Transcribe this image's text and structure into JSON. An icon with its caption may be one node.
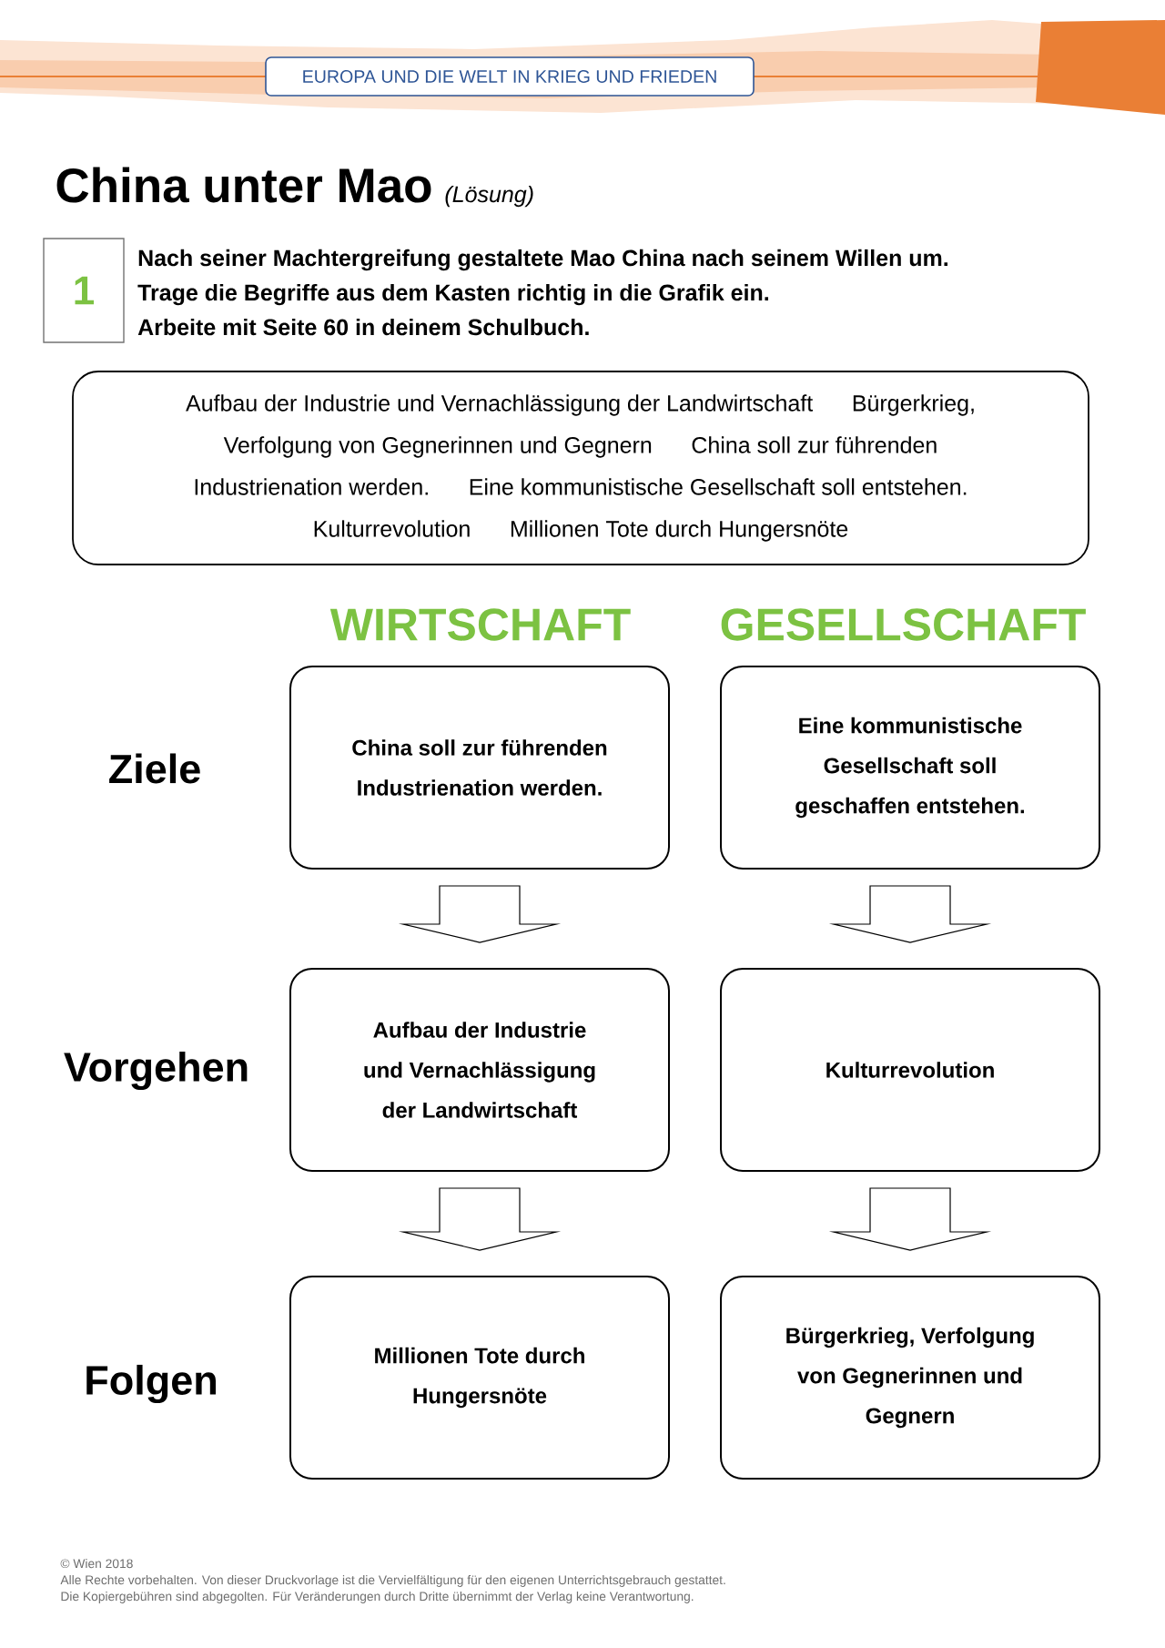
{
  "diagram": {
    "title": "China unter Mao",
    "nodes": [
      {
        "text": [
          "EUROPA UND DIE WELT IN KRIEG UND FRIEDEN"
        ]
      },
      {
        "text": [
          "1"
        ],
        "beside": [
          "Nach seiner Machtergreifung gestaltete Mao China nach seinem Willen um.",
          "Trage die Begriffe aus dem Kasten richtig in die Grafik ein.",
          "Arbeite mit Seite 60 in deinem Schulbuch."
        ]
      },
      {
        "text": [
          "Aufbau der Industrie und Vernachlässigung der Landwirtschaft",
          "Bürgerkrieg, Verfolgung von Gegnerinnen und Gegnern",
          "China soll zur führenden Industrienation werden.",
          "Eine kommunistische Gesellschaft soll entstehen.",
          "Kulturrevolution",
          "Millionen Tote durch Hungersnöte"
        ]
      },
      {
        "text": [
          "China soll zur führenden Industrienation werden."
        ]
      },
      {
        "text": [
          "Eine kommunistische Gesellschaft soll geschaffen entstehen."
        ]
      },
      {
        "text": [
          "Aufbau der Industrie und Vernachlässigung der Landwirtschaft"
        ]
      },
      {
        "text": [
          "Kulturrevolution"
        ]
      },
      {
        "text": [
          "Millionen Tote durch Hungersnöte"
        ]
      },
      {
        "text": [
          "Bürgerkrieg, Verfolgung von Gegnerinnen und Gegnern"
        ]
      }
    ],
    "edges": [
      {
        "from": 3,
        "to": 5,
        "arrow": "to"
      },
      {
        "from": 4,
        "to": 6,
        "arrow": "to"
      },
      {
        "from": 5,
        "to": 7,
        "arrow": "to"
      },
      {
        "from": 6,
        "to": 8,
        "arrow": "to"
      }
    ],
    "labels": [
      "(Lösung)",
      "WIRTSCHAFT",
      "GESELLSCHAFT",
      "Ziele",
      "Vorgehen",
      "Folgen",
      "© Wien 2018",
      "Alle Rechte vorbehalten. Von dieser Druckvorlage ist die Vervielfältigung für den eigenen Unterrichtsgebrauch gestattet.",
      "Die Kopiergebühren sind abgegolten. Für Veränderungen durch Dritte übernimmt der Verlag keine Verantwortung."
    ]
  }
}
